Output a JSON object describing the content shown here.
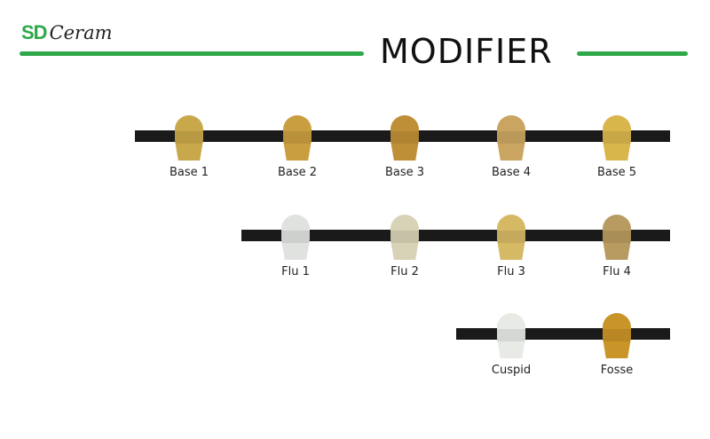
{
  "logo": {
    "brand": "SD",
    "text": "Ceram"
  },
  "title": "MODIFIER",
  "rows": [
    [
      {
        "label": "Base 1",
        "color": "#c8a84a"
      },
      {
        "label": "Base 2",
        "color": "#c99e40"
      },
      {
        "label": "Base 3",
        "color": "#bf8f38"
      },
      {
        "label": "Base 4",
        "color": "#caa562"
      },
      {
        "label": "Base 5",
        "color": "#d9b64c"
      }
    ],
    [
      {
        "label": "Flu 1",
        "color": "#dfe2de"
      },
      {
        "label": "Flu 2",
        "color": "#d8d2b6"
      },
      {
        "label": "Flu 3",
        "color": "#d6b965"
      },
      {
        "label": "Flu 4",
        "color": "#b89b60"
      }
    ],
    [
      {
        "label": "Cuspid",
        "color": "#e8eae6"
      },
      {
        "label": "Fosse",
        "color": "#c99428"
      }
    ]
  ]
}
